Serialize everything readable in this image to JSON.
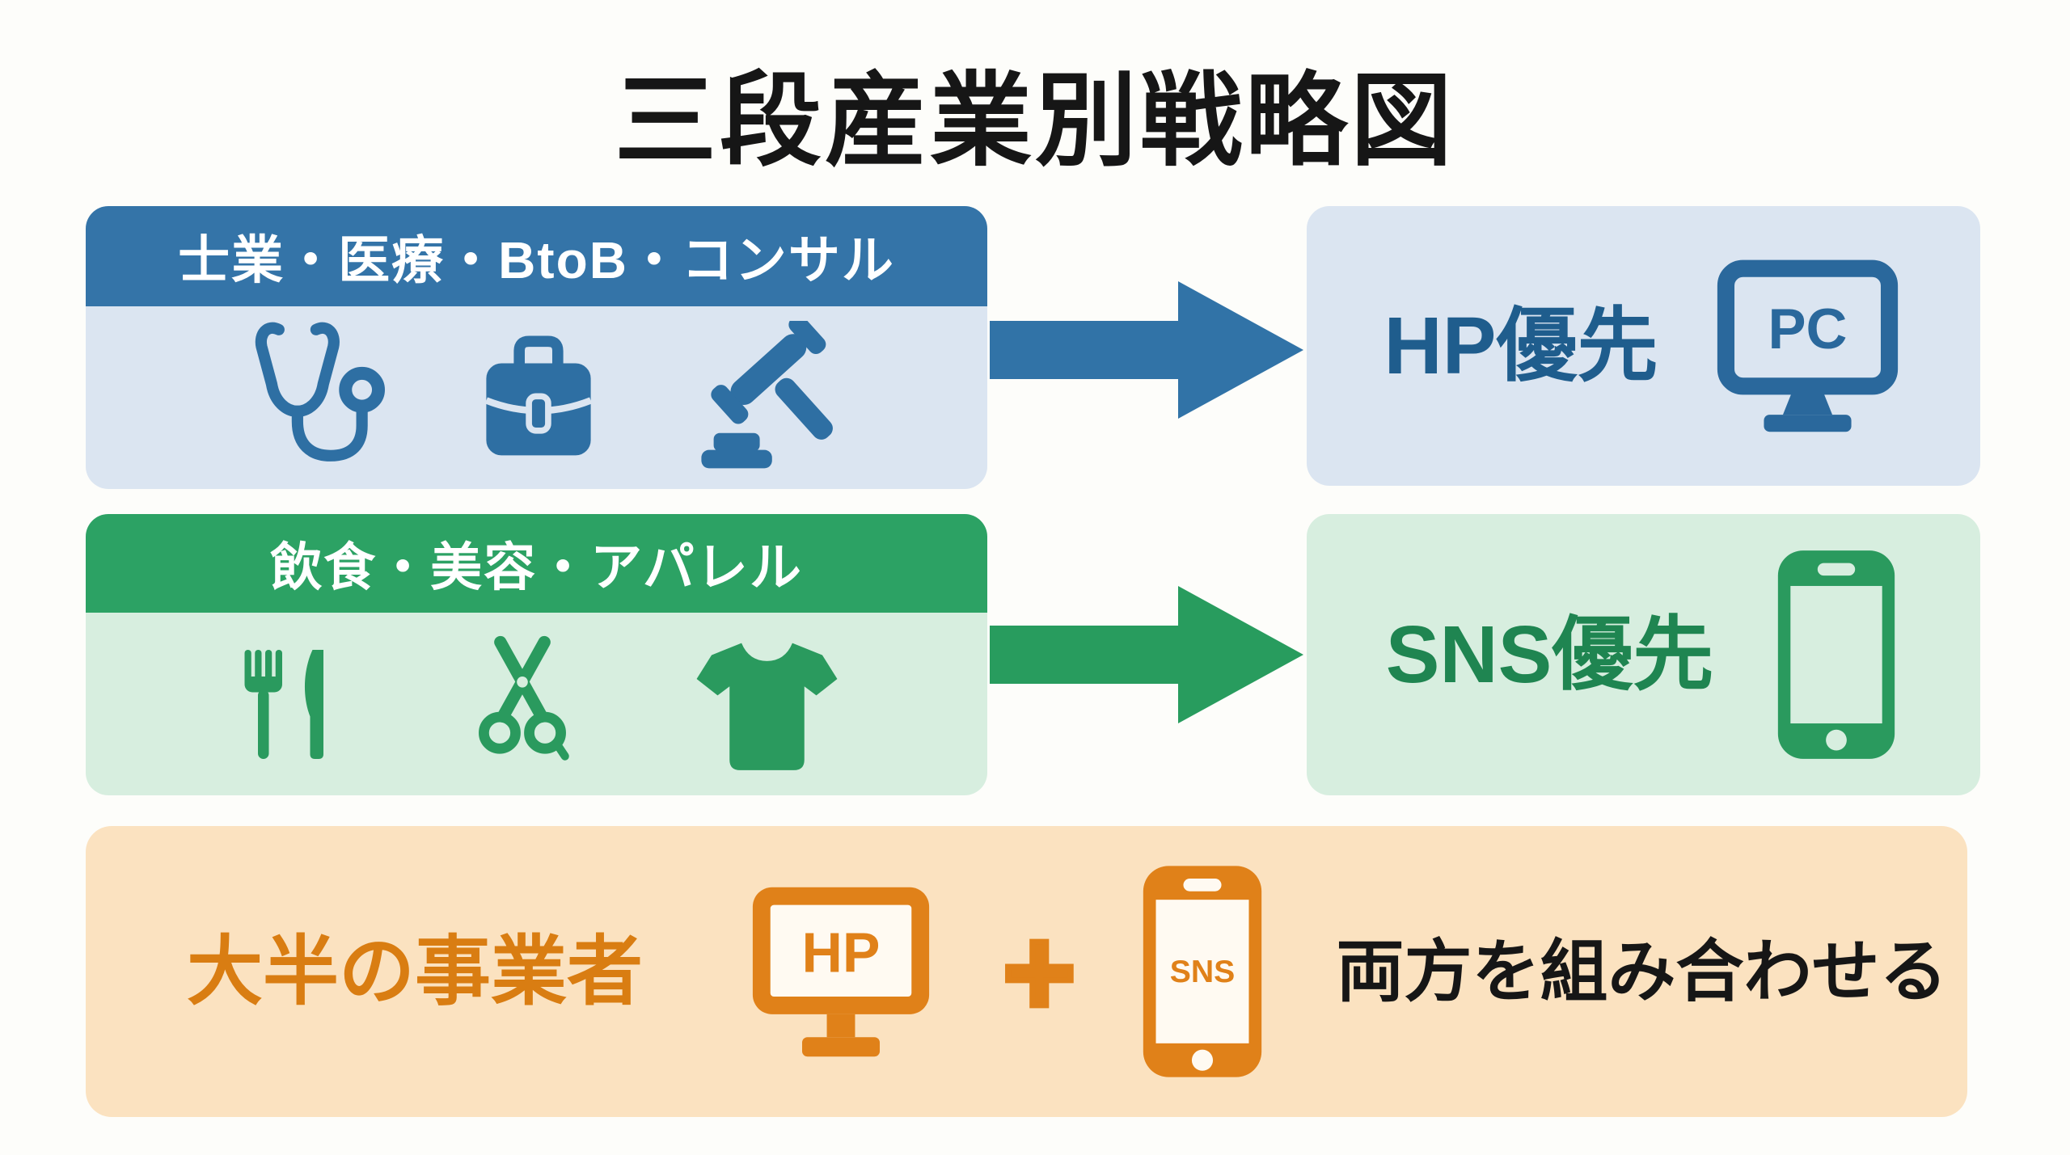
{
  "title": "三段産業別戦略図",
  "rows": [
    {
      "header": "士業・医療・BtoB・コンサル",
      "icons": [
        "stethoscope-icon",
        "briefcase-icon",
        "gavel-icon"
      ],
      "arrow_icon": "arrow-right-blue-icon",
      "result": {
        "label": "HP優先",
        "icon": "pc-monitor-icon",
        "icon_text": "PC"
      },
      "accent": "#3474a8",
      "background": "#dbe5f1",
      "text_color": "#1f5d8d"
    },
    {
      "header": "飲食・美容・アパレル",
      "icons": [
        "fork-knife-icon",
        "scissors-icon",
        "tshirt-icon"
      ],
      "arrow_icon": "arrow-right-green-icon",
      "result": {
        "label": "SNS優先",
        "icon": "smartphone-icon"
      },
      "accent": "#2ca264",
      "background": "#d7eedf",
      "text_color": "#1f8551"
    }
  ],
  "bottom": {
    "label": "大半の事業者",
    "hp_monitor_icon_text": "HP",
    "plus_sign": "+",
    "sns_phone_icon_text": "SNS",
    "note": "両方を組み合わせる",
    "accent": "#e08119",
    "background": "#fbe2c0"
  }
}
